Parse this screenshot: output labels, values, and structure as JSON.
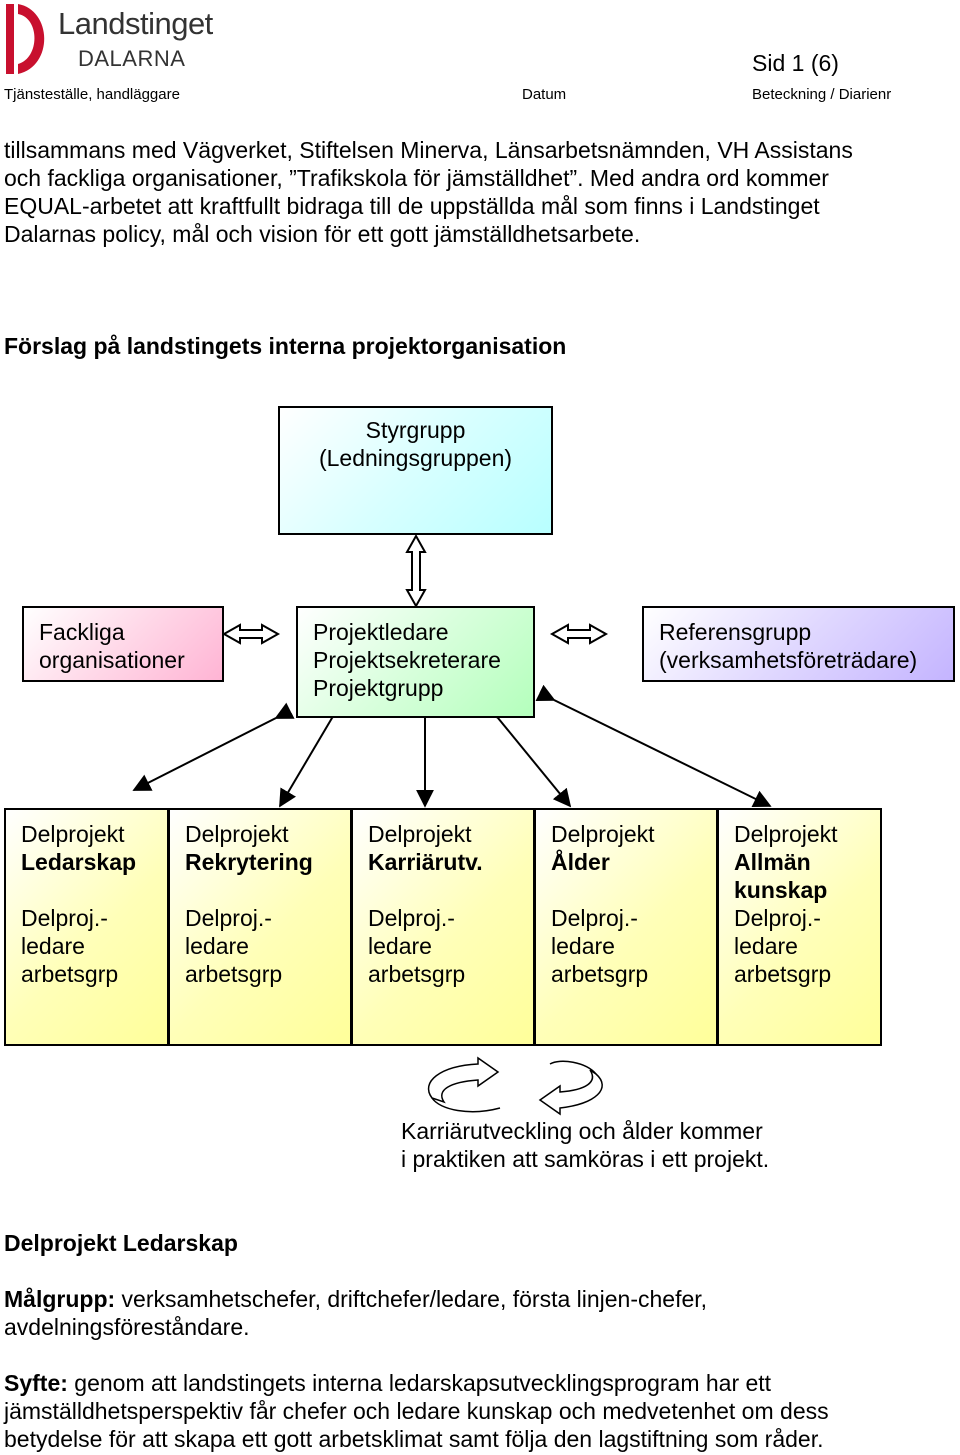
{
  "header": {
    "logo_line1": "Landstinget",
    "logo_line2": "DALARNA",
    "page_number": "Sid 1 (6)",
    "field1": "Tjänsteställe, handläggare",
    "field2": "Datum",
    "field3": "Beteckning / Diarienr"
  },
  "intro": [
    "tillsammans med Vägverket, Stiftelsen Minerva, Länsarbetsnämnden, VH Assistans",
    "och fackliga organisationer, ”Trafikskola för jämställdhet”. Med andra ord kommer",
    "EQUAL-arbetet att kraftfullt bidraga till de uppställda mål som finns i Landstinget",
    "Dalarnas policy, mål och vision för ett gott jämställdhetsarbete."
  ],
  "org_heading": "Förslag på landstingets interna projektorganisation",
  "org": {
    "styrgrupp": [
      "Styrgrupp",
      "(Ledningsgruppen)"
    ],
    "fackliga": [
      "Fackliga",
      "organisationer"
    ],
    "projektledare": [
      "Projektledare",
      "Projektsekreterare",
      "Projektgrupp"
    ],
    "referensgrupp": [
      "Referensgrupp",
      "(verksamhetsföreträdare)"
    ],
    "delprojekt": [
      {
        "label": "Delprojekt",
        "name_lines": [
          "Ledarskap"
        ],
        "role": [
          "Delproj.-",
          "ledare",
          "arbetsgrp"
        ]
      },
      {
        "label": "Delprojekt",
        "name_lines": [
          "Rekrytering"
        ],
        "role": [
          "Delproj.-",
          "ledare",
          "arbetsgrp"
        ]
      },
      {
        "label": "Delprojekt",
        "name_lines": [
          "Karriärutv."
        ],
        "role": [
          "Delproj.-",
          "ledare",
          "arbetsgrp"
        ]
      },
      {
        "label": "Delprojekt",
        "name_lines": [
          "Ålder"
        ],
        "role": [
          "Delproj.-",
          "ledare",
          "arbetsgrp"
        ]
      },
      {
        "label": "Delprojekt",
        "name_lines": [
          "Allmän",
          "kunskap"
        ],
        "role": [
          "Delproj.-",
          "ledare",
          "arbetsgrp"
        ]
      }
    ],
    "merge_note": [
      "Karriärutveckling och ålder kommer",
      "i praktiken att samköras i ett projekt."
    ]
  },
  "section": {
    "title": "Delprojekt Ledarskap",
    "malgrupp_label": "Målgrupp:",
    "malgrupp_lines": [
      " verksamhetschefer, driftchefer/ledare, första linjen-chefer,",
      "avdelningsföreståndare."
    ],
    "syfte_label": "Syfte:",
    "syfte_lines": [
      " genom att landstingets interna ledarskapsutvecklingsprogram har ett",
      "jämställdhetsperspektiv får chefer och ledare kunskap och medvetenhet om dess",
      "betydelse för att skapa ett gott arbetsklimat samt följa den lagstiftning som råder."
    ]
  },
  "colors": {
    "logo_red": "#c8102e",
    "logo_text": "#333333",
    "styrgrupp_fill": "#c8ffff",
    "fackliga_fill": "#ffc0dc",
    "projektledare_fill": "#c0ffc8",
    "referens_fill": "#c8b8ff",
    "delprojekt_fill": "#ffff9a"
  }
}
